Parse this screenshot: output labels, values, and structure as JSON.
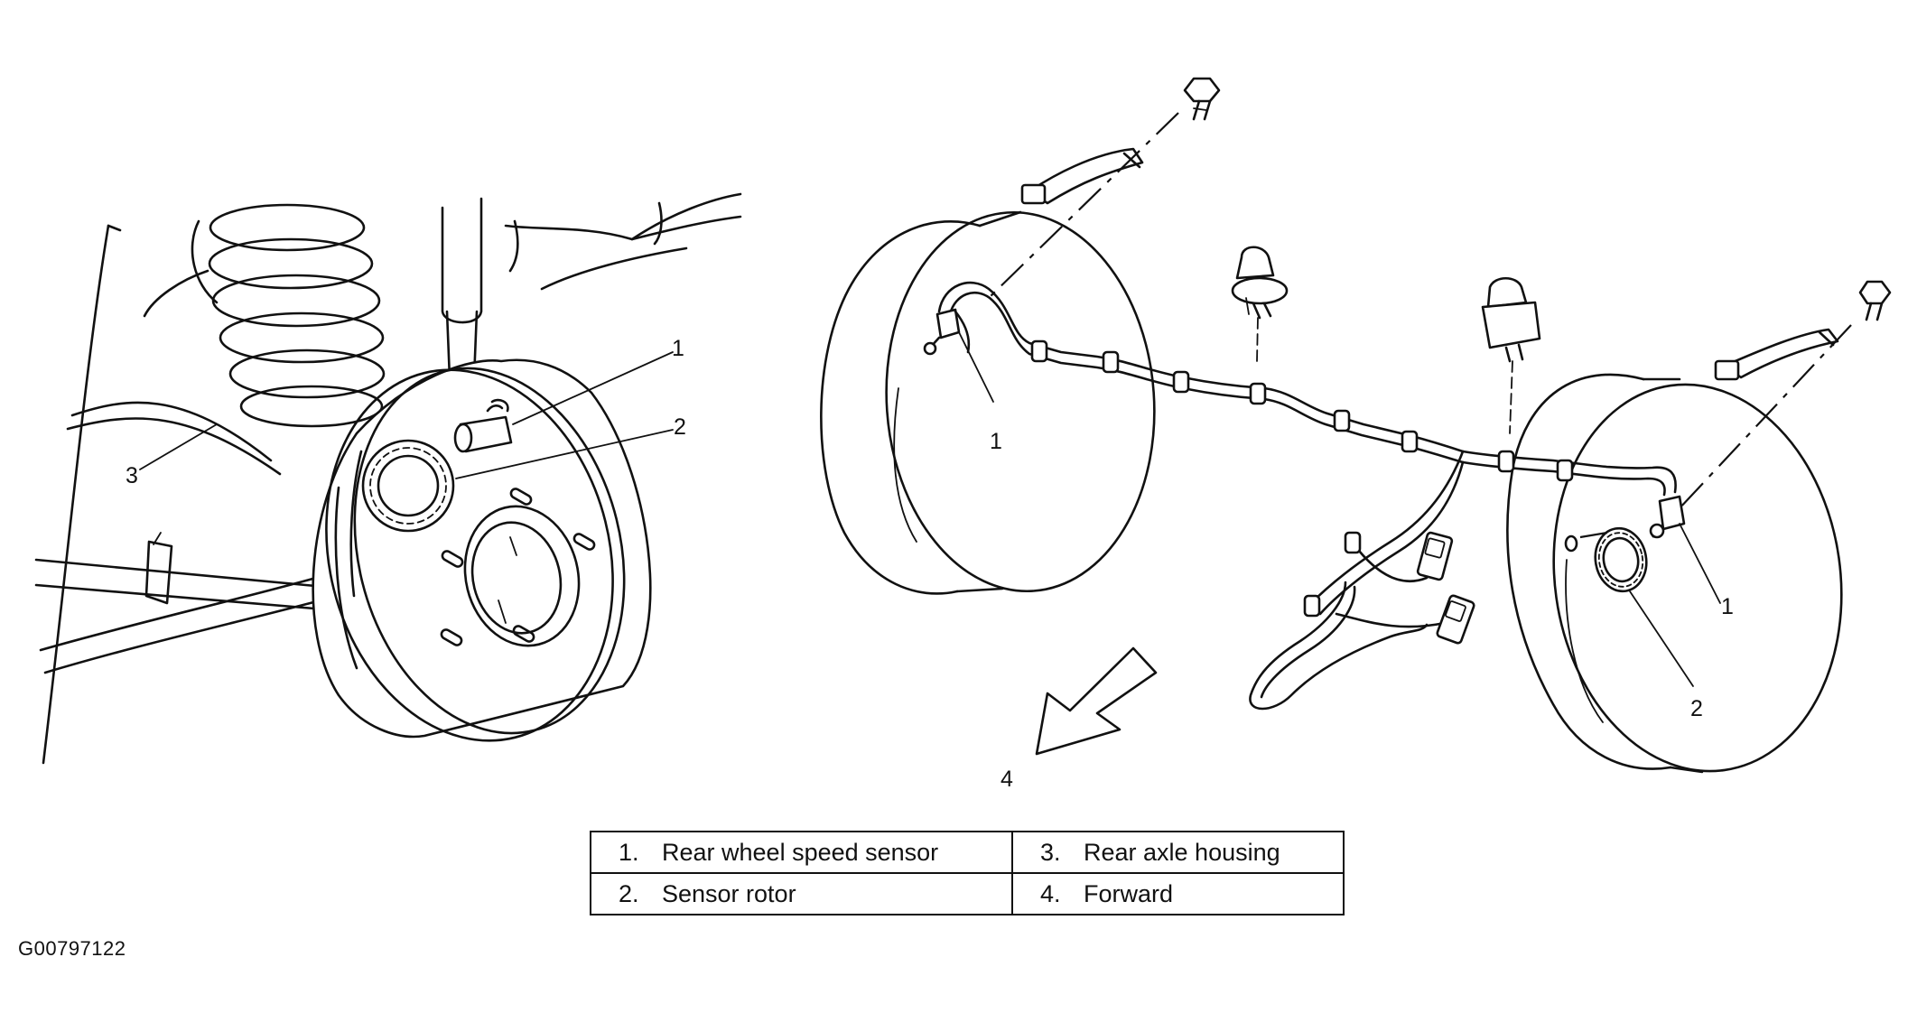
{
  "callouts": {
    "left_1": "1",
    "left_2": "2",
    "left_3": "3",
    "right_1a": "1",
    "right_1b": "1",
    "right_2": "2",
    "right_4": "4"
  },
  "legend": {
    "rows": [
      [
        {
          "num": "1.",
          "text": "Rear wheel speed sensor"
        },
        {
          "num": "3.",
          "text": "Rear axle housing"
        }
      ],
      [
        {
          "num": "2.",
          "text": "Sensor rotor"
        },
        {
          "num": "4.",
          "text": "Forward"
        }
      ]
    ]
  },
  "figure_id": "G00797122",
  "colors": {
    "ink": "#111111",
    "paper": "#ffffff"
  }
}
